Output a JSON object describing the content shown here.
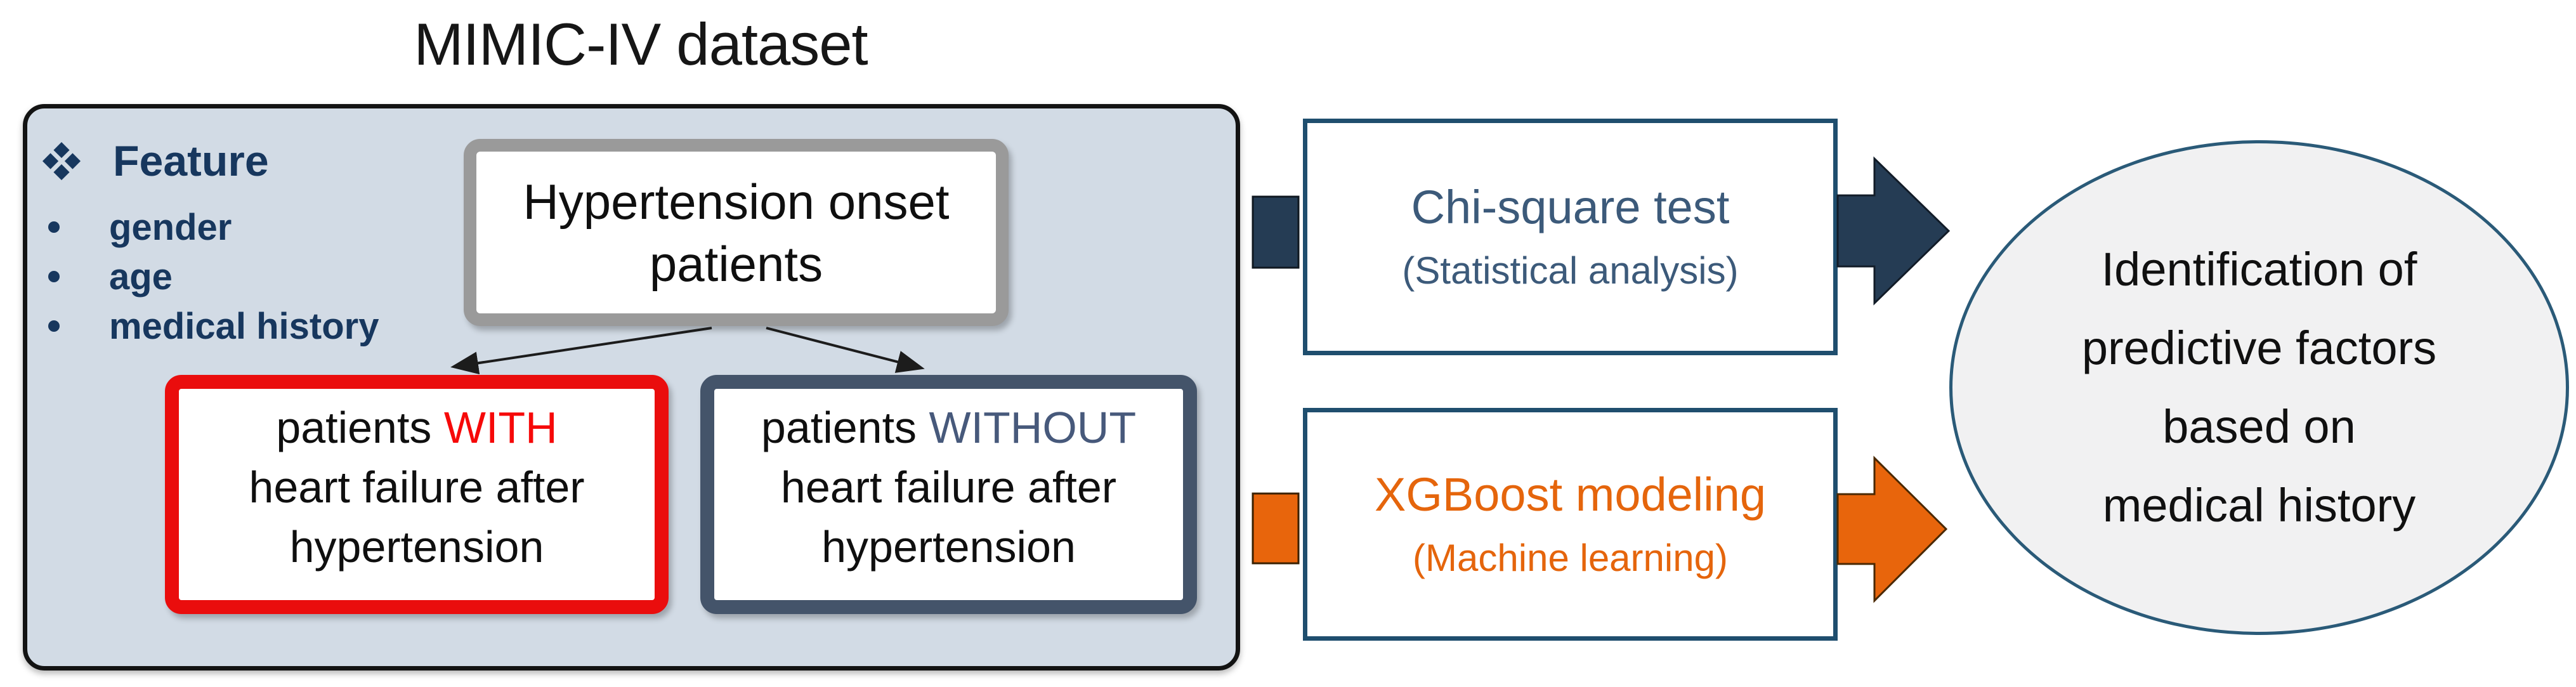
{
  "figure": {
    "title": "MIMIC-IV dataset",
    "panel": {
      "feature_header": "Feature",
      "feature_items": [
        "gender",
        "age",
        "medical history"
      ],
      "root_box": {
        "line1": "Hypertension onset",
        "line2": "patients"
      },
      "branch_boxes": [
        {
          "prefix": "patients ",
          "keyword": "WITH",
          "line2": "heart failure after",
          "line3": "hypertension",
          "accent": "#EA0D0D"
        },
        {
          "prefix": "patients ",
          "keyword": "WITHOUT",
          "line2": "heart failure after",
          "line3": "hypertension",
          "accent": "#44546A"
        }
      ]
    },
    "methods": [
      {
        "title": "Chi-square test",
        "subtitle": "(Statistical analysis)",
        "text_color": "#3C5A7A",
        "arrow_color": "#253C54"
      },
      {
        "title": "XGBoost modeling",
        "subtitle": "(Machine learning)",
        "text_color": "#E5650C",
        "arrow_color": "#E8650C"
      }
    ],
    "outcome": {
      "lines": [
        "Identification of",
        "predictive factors",
        "based on",
        "medical history"
      ]
    },
    "colors": {
      "panel_fill": "#D2DBE5",
      "panel_border": "#131313",
      "navy_text": "#17375E",
      "root_border": "#9A9A9A",
      "red_accent": "#EA0D0D",
      "slate_accent": "#44546A",
      "method_border": "#1F4E6E",
      "navy_arrow": "#253C54",
      "orange_arrow": "#E8650C",
      "ellipse_fill": "#F1F1F2",
      "ellipse_border": "#2A5A78"
    }
  }
}
